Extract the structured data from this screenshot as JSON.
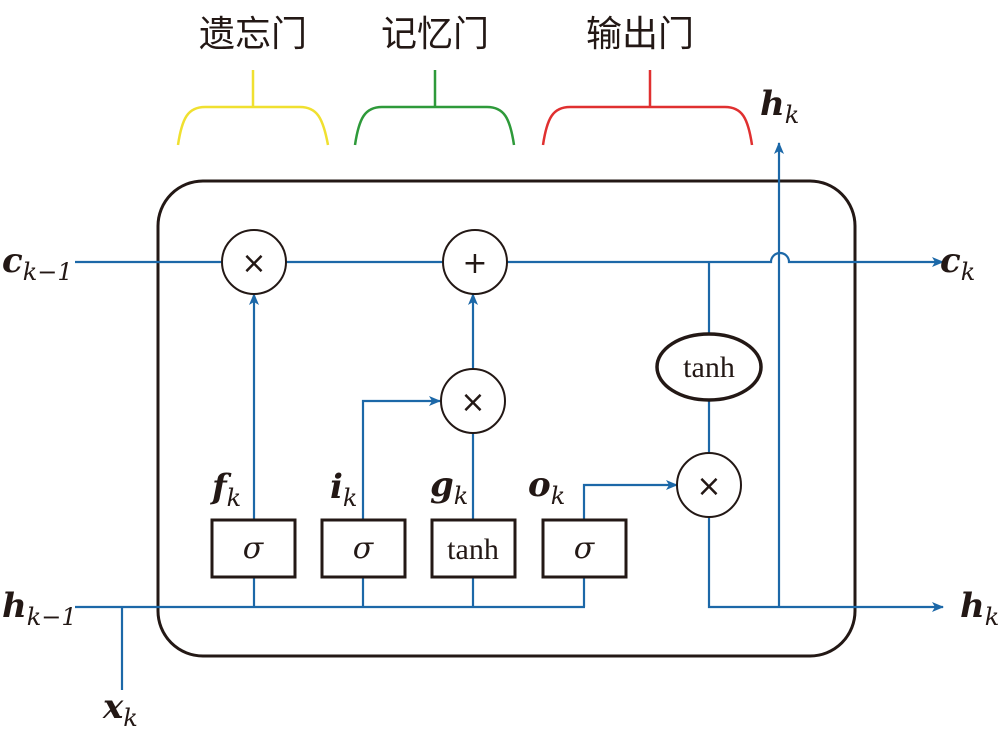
{
  "gates": {
    "forget": "遗忘门",
    "memory": "记忆门",
    "output": "输出门"
  },
  "bracket_colors": {
    "forget": "#f0e030",
    "memory": "#2e9a3a",
    "output": "#e03030"
  },
  "wire_color": "#1c68a8",
  "inputs": {
    "c_prev": {
      "main": "c",
      "sub": "k−1"
    },
    "h_prev": {
      "main": "h",
      "sub": "k−1"
    },
    "x": {
      "main": "x",
      "sub": "k"
    }
  },
  "outputs": {
    "c": {
      "main": "c",
      "sub": "k"
    },
    "h_right": {
      "main": "h",
      "sub": "k"
    },
    "h_top": {
      "main": "h",
      "sub": "k"
    }
  },
  "gate_signals": {
    "f": {
      "main": "f",
      "sub": "k"
    },
    "i": {
      "main": "i",
      "sub": "k"
    },
    "g": {
      "main": "g",
      "sub": "k"
    },
    "o": {
      "main": "o",
      "sub": "k"
    }
  },
  "boxes": {
    "forget": "σ",
    "input": "σ",
    "candidate": "tanh",
    "output": "σ",
    "cell_tanh": "tanh"
  },
  "operators": {
    "multiply": "×",
    "add": "+"
  }
}
